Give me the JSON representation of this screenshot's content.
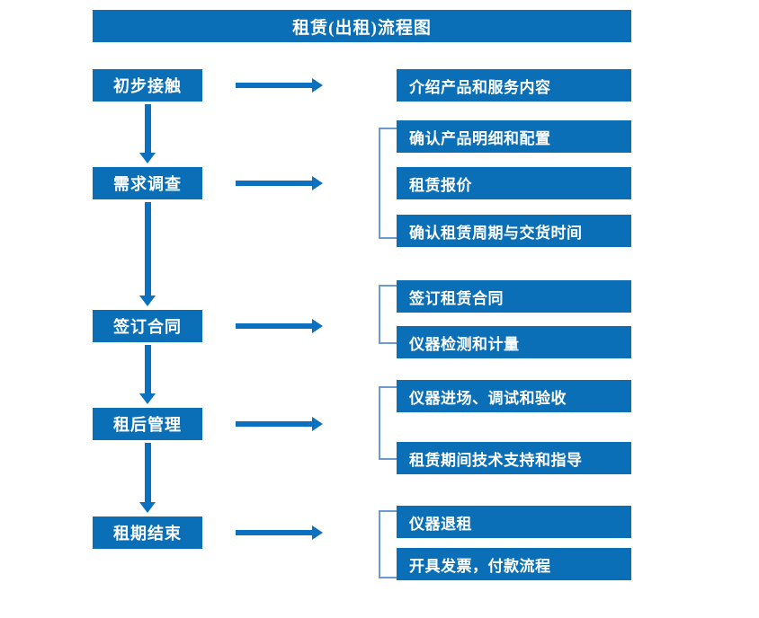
{
  "diagram": {
    "title": "租赁(出租)流程图",
    "colors": {
      "box_blue": "#0b6fb8",
      "arrow_blue": "#0b70c0",
      "bracket_blue": "#6b9bd1",
      "text_white": "#ffffff",
      "background": "#ffffff"
    },
    "stages": [
      {
        "label": "初步接触"
      },
      {
        "label": "需求调查"
      },
      {
        "label": "签订合同"
      },
      {
        "label": "租后管理"
      },
      {
        "label": "租期结束"
      }
    ],
    "details": [
      {
        "label": "介绍产品和服务内容"
      },
      {
        "label": "确认产品明细和配置"
      },
      {
        "label": "租赁报价"
      },
      {
        "label": "确认租赁周期与交货时间"
      },
      {
        "label": "签订租赁合同"
      },
      {
        "label": "仪器检测和计量"
      },
      {
        "label": "仪器进场、调试和验收"
      },
      {
        "label": "租赁期间技术支持和指导"
      },
      {
        "label": "仪器退租"
      },
      {
        "label": "开具发票，付款流程"
      }
    ]
  }
}
